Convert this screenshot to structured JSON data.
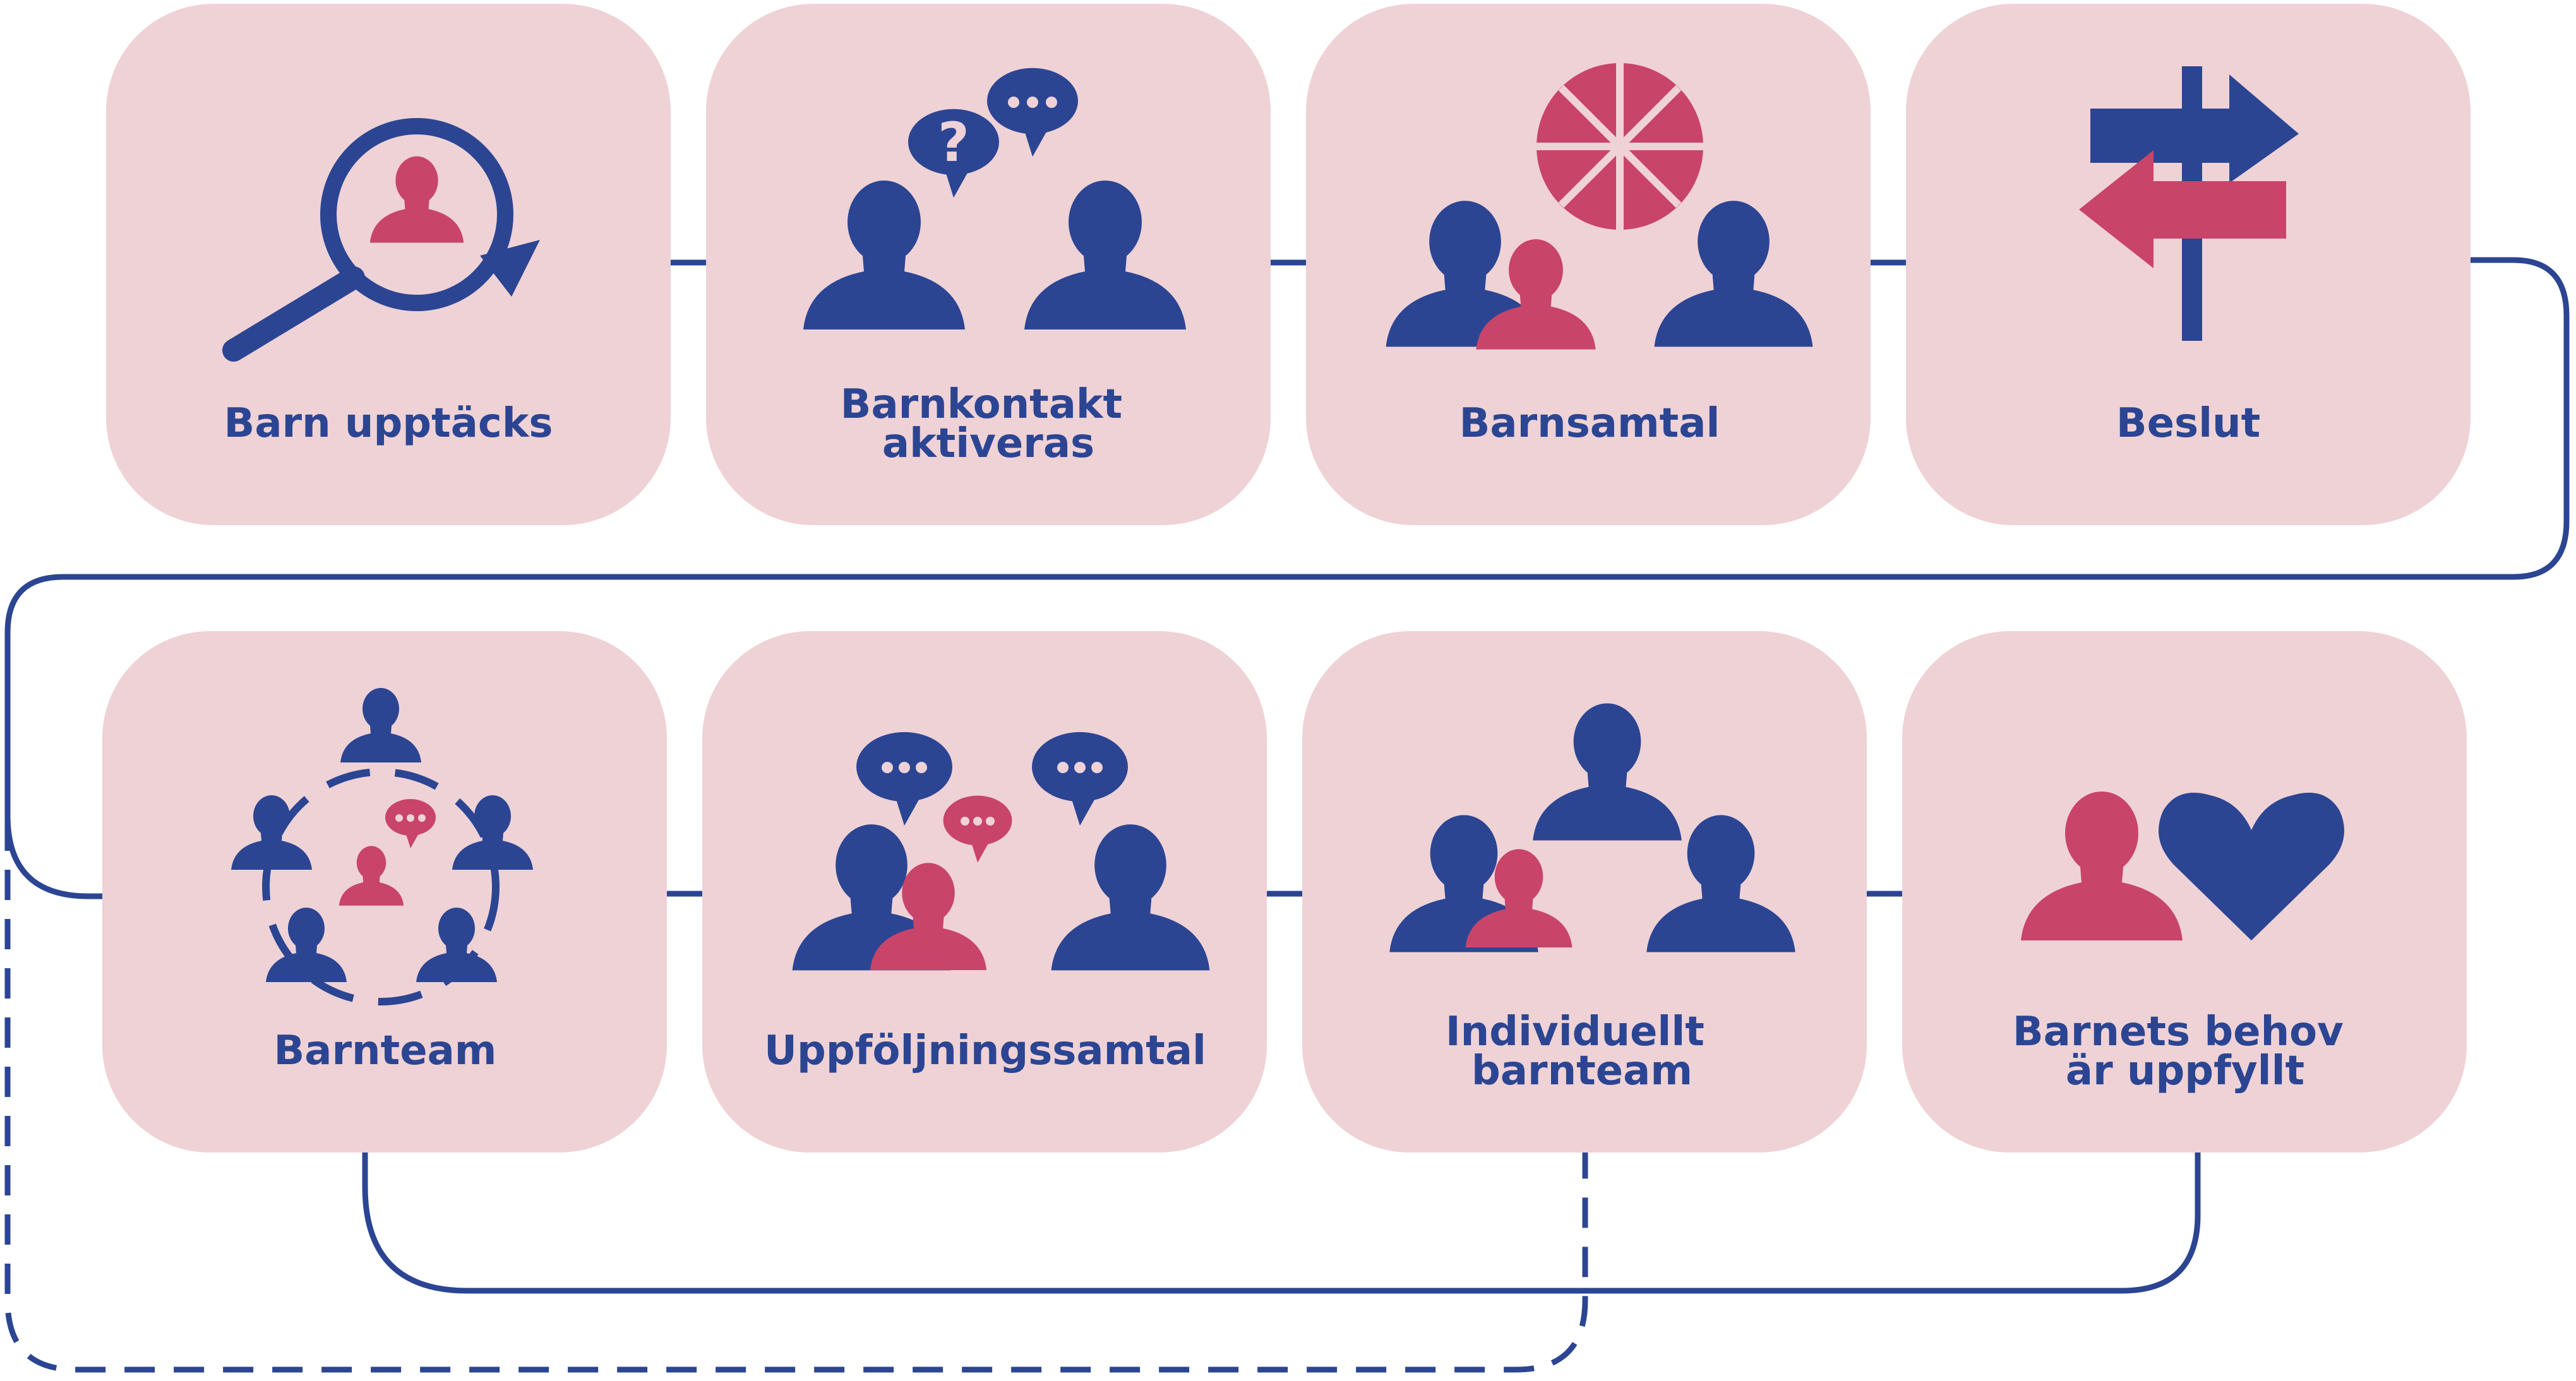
{
  "colors": {
    "card": "#efd2d6",
    "blue": "#2b4593",
    "pink": "#c94469",
    "background": "#ffffff"
  },
  "steps": [
    {
      "id": "step-1",
      "lines": [
        "Barn upptäcks"
      ],
      "icon": "magnifier-person-icon"
    },
    {
      "id": "step-2",
      "lines": [
        "Barnkontakt",
        "aktiveras"
      ],
      "icon": "conversation-icon"
    },
    {
      "id": "step-3",
      "lines": [
        "Barnsamtal"
      ],
      "icon": "conversation-wheel-icon"
    },
    {
      "id": "step-4",
      "lines": [
        "Beslut"
      ],
      "icon": "signpost-icon"
    },
    {
      "id": "step-5",
      "lines": [
        "Barnteam"
      ],
      "icon": "team-circle-icon"
    },
    {
      "id": "step-6",
      "lines": [
        "Uppföljningssamtal"
      ],
      "icon": "follow-up-conversation-icon"
    },
    {
      "id": "step-7",
      "lines": [
        "Individuellt",
        "barnteam"
      ],
      "icon": "individual-team-icon"
    },
    {
      "id": "step-8",
      "lines": [
        "Barnets behov",
        "är uppfyllt"
      ],
      "icon": "person-heart-icon"
    }
  ],
  "connectors": [
    {
      "from": "step-1",
      "to": "step-2",
      "style": "solid"
    },
    {
      "from": "step-2",
      "to": "step-3",
      "style": "solid"
    },
    {
      "from": "step-3",
      "to": "step-4",
      "style": "solid"
    },
    {
      "from": "step-4",
      "to": "step-5",
      "style": "solid"
    },
    {
      "from": "step-5",
      "to": "step-6",
      "style": "solid"
    },
    {
      "from": "step-6",
      "to": "step-7",
      "style": "solid"
    },
    {
      "from": "step-7",
      "to": "step-8",
      "style": "solid"
    },
    {
      "from": "step-5",
      "to": "step-8",
      "style": "solid"
    },
    {
      "from": "step-5",
      "to": "step-7",
      "style": "dashed"
    }
  ]
}
